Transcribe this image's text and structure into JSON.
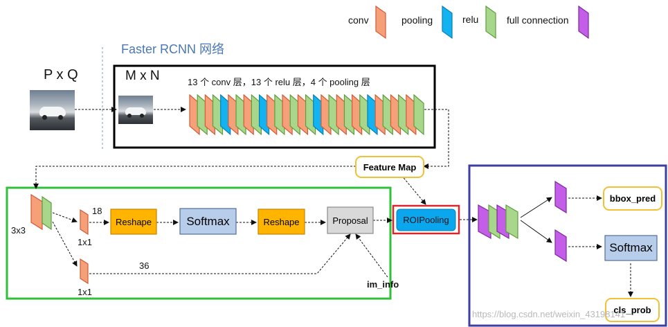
{
  "legend": {
    "conv": "conv",
    "pooling": "pooling",
    "relu": "relu",
    "full_connection": "full connection"
  },
  "colors": {
    "conv": "#f6a07a",
    "conv_stroke": "#d25a35",
    "pooling": "#12b3f0",
    "pooling_stroke": "#0a7fb0",
    "relu": "#a8d68a",
    "relu_stroke": "#5d9e3c",
    "fc": "#c45ee8",
    "fc_stroke": "#7b2a9b",
    "reshape": "#ffb500",
    "softmax": "#b7cde9",
    "proposal": "#d9d9d9",
    "roi": "#0aa7ee",
    "title_blue": "#4a78b5"
  },
  "title": "Faster RCNN 网络",
  "input_label": "P x Q",
  "resized_label": "M x N",
  "backbone_caption": "13 个 conv 层，13 个 relu 层，4 个 pooling 层",
  "backbone_layers": [
    "conv",
    "relu",
    "conv",
    "relu",
    "pooling",
    "conv",
    "relu",
    "conv",
    "relu",
    "pooling",
    "conv",
    "relu",
    "conv",
    "relu",
    "conv",
    "relu",
    "pooling",
    "conv",
    "relu",
    "conv",
    "relu",
    "conv",
    "relu",
    "pooling",
    "conv",
    "relu",
    "conv",
    "relu",
    "conv",
    "relu"
  ],
  "feature_map_label": "Feature Map",
  "rpn": {
    "conv_3x3_label": "3x3",
    "conv_1x1_top_label": "1x1",
    "conv_1x1_bottom_label": "1x1",
    "channels_top": "18",
    "channels_bottom": "36",
    "reshape1": "Reshape",
    "softmax": "Softmax",
    "reshape2": "Reshape",
    "proposal": "Proposal",
    "im_info": "im_info"
  },
  "roi_pooling": "ROIPooling",
  "head": {
    "bbox_pred": "bbox_pred",
    "softmax": "Softmax",
    "cls_prob": "cls_prob"
  },
  "watermark": "https://blog.csdn.net/weixin_43198141"
}
